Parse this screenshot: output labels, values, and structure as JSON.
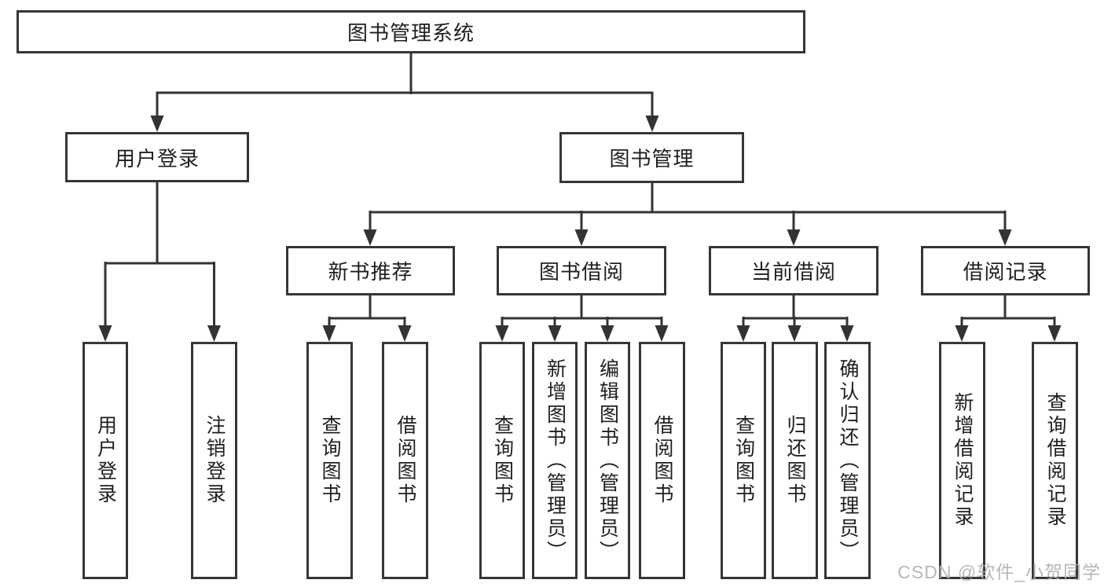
{
  "tree": {
    "label": "图书管理系统",
    "children": [
      {
        "label": "用户登录",
        "children": [
          {
            "label": "用户登录"
          },
          {
            "label": "注销登录"
          }
        ]
      },
      {
        "label": "图书管理",
        "children": [
          {
            "label": "新书推荐",
            "children": [
              {
                "label": "查询图书"
              },
              {
                "label": "借阅图书"
              }
            ]
          },
          {
            "label": "图书借阅",
            "children": [
              {
                "label": "查询图书"
              },
              {
                "label": "新增图书（管理员）"
              },
              {
                "label": "编辑图书（管理员）"
              },
              {
                "label": "借阅图书"
              }
            ]
          },
          {
            "label": "当前借阅",
            "children": [
              {
                "label": "查询图书"
              },
              {
                "label": "归还图书"
              },
              {
                "label": "确认归还（管理员）"
              }
            ]
          },
          {
            "label": "借阅记录",
            "children": [
              {
                "label": "新增借阅记录"
              },
              {
                "label": "查询借阅记录"
              }
            ]
          }
        ]
      }
    ]
  },
  "watermark": {
    "text": "CSDN @软件_小贺同学"
  },
  "colors": {
    "line": "#333333",
    "box_border": "#363636",
    "text": "#1f1f1f",
    "watermark": "#b0b0b0",
    "background": "#ffffff"
  }
}
